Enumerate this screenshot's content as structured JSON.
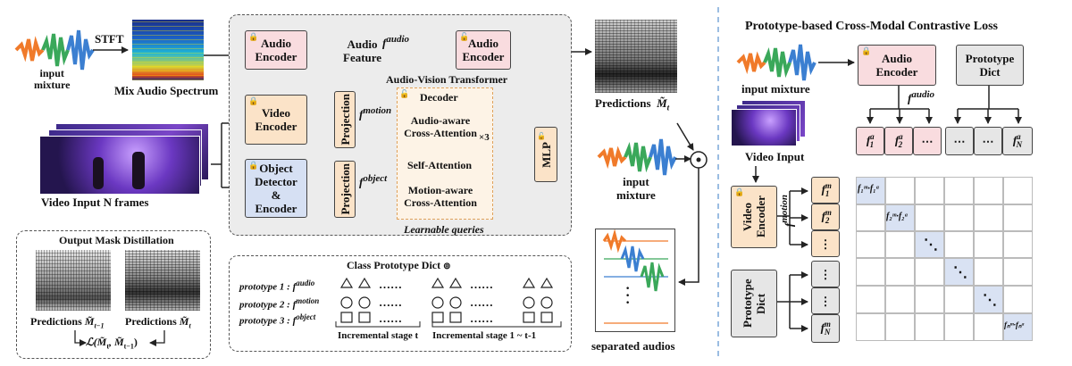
{
  "left": {
    "input_mixture_1": "input",
    "input_mixture_2": "mixture",
    "stft": "STFT",
    "mix_audio_spectrum": "Mix Audio Spectrum",
    "video_input": "Video Input N frames",
    "audio_encoder_1": "Audio Encoder",
    "audio_feature_1": "Audio",
    "audio_feature_2": "Feature",
    "f_audio": "f",
    "f_audio_sup": "audio",
    "audio_encoder_2": "Audio Encoder",
    "avt_title": "Audio-Vision Transformer",
    "video_encoder": "Video Encoder",
    "projection_1": "Projection",
    "f_motion": "f",
    "f_motion_sup": "motion",
    "object_detector": "Object Detector & Encoder",
    "projection_2": "Projection",
    "f_object": "f",
    "f_object_sup": "object",
    "decoder": "Decoder",
    "audio_aware_1": "Audio-aware",
    "audio_aware_2": "Cross-Attention",
    "times3": "×3",
    "self_attention": "Self-Attention",
    "motion_aware_1": "Motion-aware",
    "motion_aware_2": "Cross-Attention",
    "learnable_queries": "Learnable queries",
    "mlp": "MLP",
    "predictions_mt": "Predictions",
    "mt_symbol": "M̃",
    "mt_sub": "t",
    "input_mixture_b1": "input",
    "input_mixture_b2": "mixture",
    "separated_audios": "separated audios",
    "omd_title": "Output Mask Distillation",
    "omd_pred_1": "Predictions",
    "omd_pred_1_sym": "M̃",
    "omd_pred_1_sub": "t−1",
    "omd_pred_2": "Predictions",
    "omd_pred_2_sym": "M̃",
    "omd_pred_2_sub": "t",
    "loss": "ℒ(M̃",
    "loss_a": "t",
    "loss_b": ", M̃",
    "loss_c": "t−1",
    "loss_d": ")",
    "cpd_title": "Class Prototype Dict",
    "proto1": "prototype 1 :",
    "proto2": "prototype 2 :",
    "proto3": "prototype 3 :",
    "f_sym": "f",
    "p_audio": "audio",
    "p_motion": "motion",
    "p_object": "object",
    "dots": "……",
    "stage_t": "Incremental stage t",
    "stage_1_t1": "Incremental stage 1 ~ t-1"
  },
  "right": {
    "title": "Prototype-based Cross-Modal Contrastive Loss",
    "input_mixture": "input mixture",
    "audio_encoder": "Audio Encoder",
    "prototype_dict_1": "Prototype",
    "prototype_dict_2": "Dict",
    "f_audio": "f",
    "f_audio_sup": "audio",
    "f1a": "f",
    "f1a_sup": "a",
    "f1a_sub": "1",
    "f2a": "f",
    "f2a_sup": "a",
    "f2a_sub": "2",
    "ellipsis": "⋯",
    "fNa": "f",
    "fNa_sup": "a",
    "fNa_sub": "N",
    "video_input": "Video Input",
    "video_encoder": "Video Encoder",
    "f_motion": "f",
    "f_motion_sup": "motion",
    "prototype_dict_v": "Prototype Dict",
    "f1m": "f",
    "f1m_sup": "m",
    "f1m_sub": "1",
    "f2m": "f",
    "f2m_sup": "m",
    "f2m_sub": "2",
    "vdots": "⋮",
    "fNm": "f",
    "fNm_sup": "m",
    "fNm_sub": "N",
    "diag1": "f₁ᵐ·f₁ᵃ",
    "diag2": "f₂ᵐ·f₂ᵃ",
    "diagN": "fₙᵐ·fₙᵃ",
    "ddots": "⋱"
  },
  "colors": {
    "pink": "#f9dcdf",
    "orange": "#fbe3c8",
    "blue": "#d6e0f3",
    "gray": "#e6e6e6",
    "wave_orange": "#f07a2a",
    "wave_green": "#3aa85a",
    "wave_blue": "#3b7fd1"
  }
}
